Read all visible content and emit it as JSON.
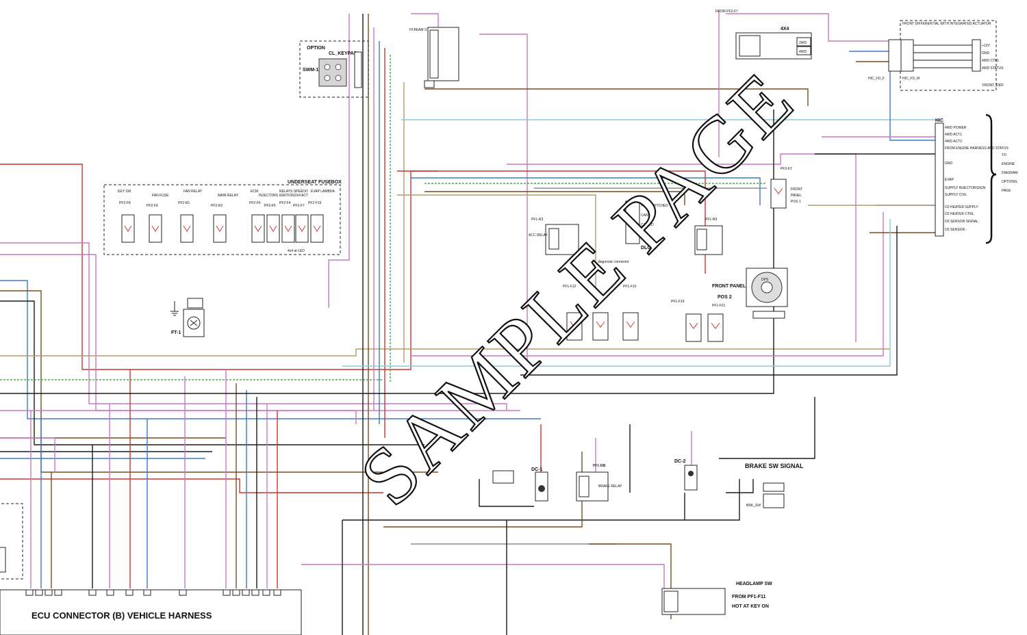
{
  "watermark": "SAMPLE PAGE",
  "titles": {
    "ecu_connector": "ECU CONNECTOR (B) VEHICLE HARNESS",
    "option": "OPTION",
    "cl_keypad": "CL_KEYPAD",
    "swm": "SWM-1",
    "hi_beam": "HI BEAM STATUS",
    "underseat_fusebox": "UNDERSEAT FUSEBOX",
    "from_pf2_f7": "FROM PF2-F7",
    "fourx4": "4X4",
    "twowd": "2WD",
    "fourwd": "4WD",
    "front_diff": "FRONT DIFFERENTIAL WITH INTEGRATED ACTUATOR",
    "front_diff_tag": "FRONT_DIFF",
    "hic_fd_f": "HIC_FD_F",
    "hic_fd_m": "HIC_FD_M",
    "hic": "HIC",
    "to_engine": [
      "TO",
      "ENGINE",
      "DIAGRAM",
      "OPTIONS",
      "PAGE"
    ],
    "pf3_f2": "PF3-F2",
    "front_panel_pos1": [
      "FRONT",
      "PANEL",
      "POS 1"
    ],
    "front_panel_pos2": [
      "FRONT PANEL",
      "POS 2"
    ],
    "diagnostic_connector": "diagnostic connector",
    "dlc": "DLC",
    "dps": "DPS",
    "brake_sw_signal": "BRAKE SW SIGNAL",
    "brk_sw": "BRK_SW",
    "headlamp_sw": "HEADLAMP SW",
    "from_pf1_f11": "FROM PF1-F11",
    "hot_at_key_on": "HOT AT KEY ON",
    "ft1": "FT-1",
    "dc1": "DC-1",
    "dc2": "DC-2",
    "brake_relay": "BRAKE RELAY",
    "acc_relay": "ACC RELAY",
    "fuse_led": "4x4 at LED"
  },
  "fuse_labels": [
    "PF2-F8",
    "PF2-F9",
    "PF2-R1",
    "PF2-R2",
    "PF2-F6",
    "PF2-F5",
    "PF2-F4",
    "PF2-F7",
    "PF2-F16"
  ],
  "fusebox_headers": [
    "KEY SW",
    "FAN FUSE",
    "FAN RELAY",
    "MAIN RELAY",
    "ECM",
    "INJECTORS IGNITION",
    "RELAYS SPEEDO",
    "2X4 ACT",
    "EVAP LAMBDA"
  ],
  "pf_labels": [
    "PF1-R3",
    "PF1-F12",
    "PF1-F10",
    "PF1-F11",
    "PF1-R8",
    "PF1-F14",
    "PF1-F21",
    "PF1-R9"
  ],
  "hic_pins": [
    "4WD POWER",
    "4WD ACT1",
    "4WD ACT2",
    "FROM ENGINE HARNESS AND STATUS",
    "GND",
    "EVAP",
    "SUPPLY INJECTORS/IGN",
    "SUPPLY COIL",
    "O2 HEATER SUPPLY",
    "O2 HEATER CTRL",
    "O2 SENSOR SIGNAL",
    "O2 SENSOR -"
  ],
  "front_diff_pins": [
    "+12V",
    "GND",
    "4WD CTRL",
    "4WD STATUS"
  ],
  "dlc_pins": [
    "+12V SWITCHED",
    "CAN HI",
    "CAN LO",
    "GND"
  ],
  "wire_colors": {
    "red": "#c8372d",
    "brown": "#7a4a1e",
    "pink": "#c877c2",
    "blue": "#3a78c9",
    "green_dash": "#4aa84a",
    "light_blue": "#8fc6d8",
    "black": "#1a1a1a",
    "gray": "#8a8a8a",
    "tan": "#b59a6a"
  }
}
